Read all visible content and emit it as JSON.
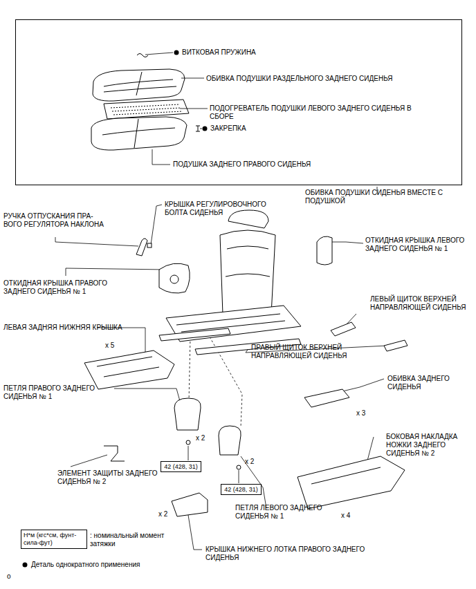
{
  "diagram": {
    "nodes": [
      {
        "text": [
          "ОБИВКА ПОДУШКИ СИДЕНЬЯ ВМЕСТЕ С ПОДУШКОЙ"
        ]
      },
      {
        "text": [
          "42 (428, 31)"
        ]
      },
      {
        "text": [
          "42 (428, 31)"
        ]
      },
      {
        "text": [
          "Н*м (кгс*см, фунт-сила-фут)"
        ]
      }
    ],
    "labels": [
      "ВИТКОВАЯ ПРУЖИНА",
      "ОБИВКА ПОДУШКИ РАЗДЕЛЬНОГО ЗАДНЕГО СИДЕНЬЯ",
      "ПОДОГРЕВАТЕЛЬ ПОДУШКИ ЛЕВОГО ЗАДНЕГО СИДЕНЬЯ В СБОРЕ",
      "ЗАКРЕПКА",
      "ПОДУШКА ЗАДНЕГО ПРАВОГО СИДЕНЬЯ",
      "КРЫШКА РЕГУЛИРОВОЧНОГО БОЛТА СИДЕНЬЯ",
      "РУЧКА ОТПУСКАНИЯ ПРА- ВОГО РЕГУЛЯТОРА НАКЛОНА",
      "ОТКИДНАЯ КРЫШКА ЛЕВОГО ЗАДНЕГО СИДЕНЬЯ № 1",
      "ОТКИДНАЯ КРЫШКА ПРАВОГО ЗАДНЕГО СИДЕНЬЯ № 1",
      "ЛЕВЫЙ ЩИТОК ВЕРХНЕЙ НАПРАВЛЯЮЩЕЙ СИДЕНЬЯ",
      "ЛЕВАЯ ЗАДНЯЯ НИЖНЯЯ КРЫШКА",
      "x 5",
      "ПРАВЫЙ ЩИТОК ВЕРХНЕЙ НАПРАВЛЯЮЩЕЙ СИДЕНЬЯ",
      "ОБИВКА ЗАДНЕГО СИДЕНЬЯ",
      "ПЕТЛЯ ПРАВОГО ЗАДНЕГО СИДЕНЬЯ № 1",
      "x 3",
      "x 2",
      "БОКОВАЯ НАКЛАДКА НОЖКИ ЗАДНЕГО СИДЕНЬЯ № 2",
      "x 2",
      "ЭЛЕМЕНТ ЗАЩИТЫ ЗАДНЕГО СИДЕНЬЯ № 2",
      "ПЕТЛЯ ЛЕВОГО ЗАДНЕГО СИДЕНЬЯ № 1",
      "x 2",
      "x 4",
      ": номинальный момент затяжки",
      "КРЫШКА НИЖНЕГО ЛОТКА ПРАВОГО ЗАДНЕГО СИДЕНЬЯ",
      "o"
    ],
    "legend": [
      {
        "text": "Деталь однократного применения"
      }
    ]
  }
}
